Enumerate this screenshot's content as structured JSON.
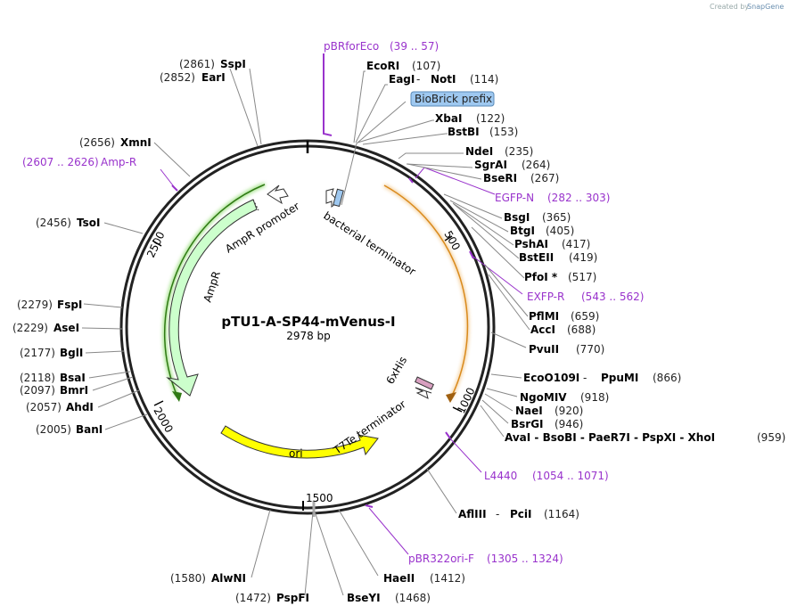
{
  "credit": {
    "text": "Created by",
    "brand": "SnapGene"
  },
  "plasmid": {
    "name": "pTU1-A-SP44-mVenus-I",
    "size_label": "2978 bp"
  },
  "ticks": [
    "500",
    "1000",
    "1500",
    "2000",
    "2500"
  ],
  "features": {
    "ampr": "AmpR",
    "ampr_promoter": "AmpR promoter",
    "ori": "ori",
    "bacterial_terminator": "bacterial terminator",
    "t7te_terminator": "T7Te terminator",
    "his_tag": "6xHis",
    "biobrick_prefix": "BioBrick prefix"
  },
  "primers": {
    "pbrforeco": {
      "name": "pBRforEco",
      "range": "(39 .. 57)"
    },
    "egfp_n": {
      "name": "EGFP-N",
      "range": "(282 .. 303)"
    },
    "exfp_r": {
      "name": "EXFP-R",
      "range": "(543 .. 562)"
    },
    "l4440": {
      "name": "L4440",
      "range": "(1054 .. 1071)"
    },
    "pbr322ori_f": {
      "name": "pBR322ori-F",
      "range": "(1305 .. 1324)"
    },
    "amp_r": {
      "name": "Amp-R",
      "range": "(2607 .. 2626)"
    }
  },
  "enzymes": {
    "ecori": {
      "name": "EcoRI",
      "pos": "(107)"
    },
    "eagi_noti": {
      "name": "EagI",
      "sep": " - ",
      "name2": "NotI",
      "pos": "(114)"
    },
    "xbai": {
      "name": "XbaI",
      "pos": "(122)"
    },
    "bstbi": {
      "name": "BstBI",
      "pos": "(153)"
    },
    "ndei": {
      "name": "NdeI",
      "pos": "(235)"
    },
    "sgrai": {
      "name": "SgrAI",
      "pos": "(264)"
    },
    "bseri": {
      "name": "BseRI",
      "pos": "(267)"
    },
    "bsgi": {
      "name": "BsgI",
      "pos": "(365)"
    },
    "btgi": {
      "name": "BtgI",
      "pos": "(405)"
    },
    "pshai": {
      "name": "PshAI",
      "pos": "(417)"
    },
    "bsteii": {
      "name": "BstEII",
      "pos": "(419)"
    },
    "pfoi": {
      "name": "PfoI *",
      "pos": "(517)"
    },
    "pflmi": {
      "name": "PflMI",
      "pos": "(659)"
    },
    "acci": {
      "name": "AccI",
      "pos": "(688)"
    },
    "pvuii": {
      "name": "PvuII",
      "pos": "(770)"
    },
    "eco_ppu": {
      "name": "EcoO109I",
      "sep": " - ",
      "name2": "PpuMI",
      "pos": "(866)"
    },
    "ngomiv": {
      "name": "NgoMIV",
      "pos": "(918)"
    },
    "naei": {
      "name": "NaeI",
      "pos": "(920)"
    },
    "bsrgi": {
      "name": "BsrGI",
      "pos": "(946)"
    },
    "ava_group": {
      "name": "AvaI - BsoBI - PaeR7I - PspXI - XhoI",
      "pos": "(959)"
    },
    "afliii_pcii": {
      "name": "AflIII",
      "sep": " - ",
      "name2": "PciI",
      "pos": "(1164)"
    },
    "haeii": {
      "name": "HaeII",
      "pos": "(1412)"
    },
    "bseyi": {
      "name": "BseYI",
      "pos": "(1468)"
    },
    "pspfi": {
      "name": "PspFI",
      "pos": "(1472)"
    },
    "alwni": {
      "name": "AlwNI",
      "pos": "(1580)"
    },
    "bani": {
      "name": "BanI",
      "pos": "(2005)"
    },
    "ahdi": {
      "name": "AhdI",
      "pos": "(2057)"
    },
    "bmri": {
      "name": "BmrI",
      "pos": "(2097)"
    },
    "bsai": {
      "name": "BsaI",
      "pos": "(2118)"
    },
    "bgli": {
      "name": "BglI",
      "pos": "(2177)"
    },
    "asei": {
      "name": "AseI",
      "pos": "(2229)"
    },
    "fspi": {
      "name": "FspI",
      "pos": "(2279)"
    },
    "tsoi": {
      "name": "TsoI",
      "pos": "(2456)"
    },
    "xmni": {
      "name": "XmnI",
      "pos": "(2656)"
    },
    "eari": {
      "name": "EarI",
      "pos": "(2852)"
    },
    "sspi": {
      "name": "SspI",
      "pos": "(2861)"
    }
  },
  "colors": {
    "ampr_fill": "#ccffcc",
    "ori_fill": "#ffff00",
    "orange_arc": "#e89a2c",
    "green_arc": "#3c9a1a",
    "primer": "#9933cc",
    "biobrick_fill": "#9ec8f0"
  }
}
